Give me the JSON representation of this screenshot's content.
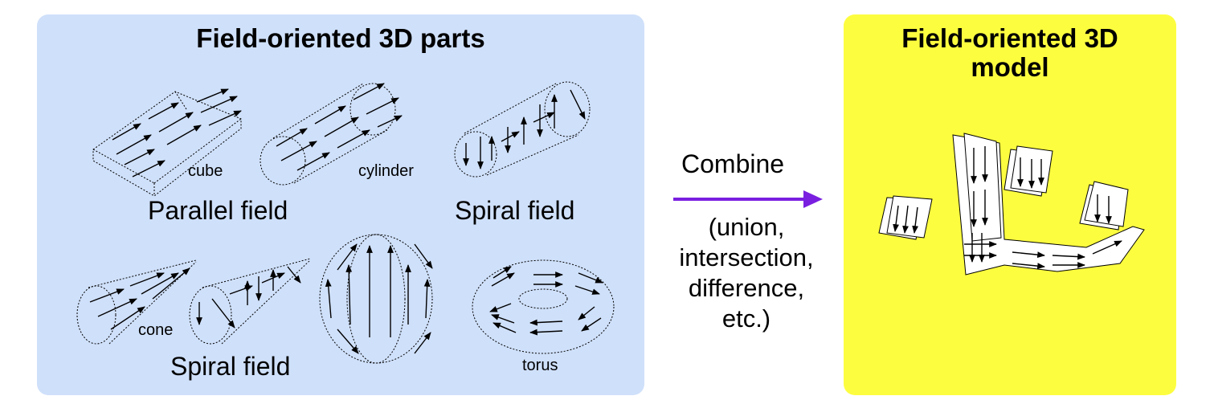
{
  "parts_panel": {
    "title": "Field-oriented 3D parts",
    "labels": {
      "cube": "cube",
      "cylinder": "cylinder",
      "parallel_field": "Parallel field",
      "spiral_field_top": "Spiral field",
      "cone": "cone",
      "spiral_field_bottom": "Spiral field",
      "torus": "torus"
    },
    "background_color": "#cfe0fa"
  },
  "arrow": {
    "label": "Combine",
    "operations": [
      "(union,",
      "intersection,",
      "difference,",
      "etc.)"
    ],
    "color": "#7a1fe0"
  },
  "model_panel": {
    "title_line1": "Field-oriented 3D",
    "title_line2": "model",
    "background_color": "#fdfd40"
  }
}
